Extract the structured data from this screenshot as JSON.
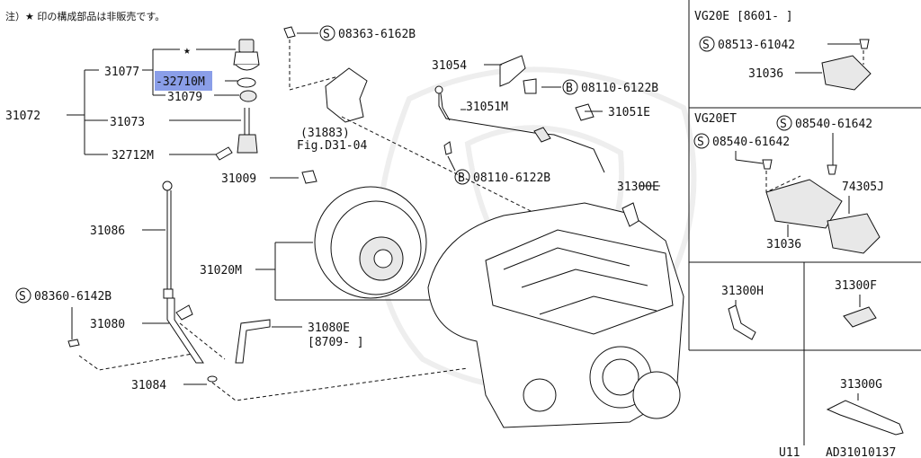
{
  "note": "注）★ 印の構成部品は非販売です。",
  "labels": {
    "p31077": "31077",
    "p32710m": "32710M",
    "p31079": "31079",
    "p31072": "31072",
    "p31073": "31073",
    "p32712m": "32712M",
    "p31086": "31086",
    "p08360": "08360-6142B",
    "p31080": "31080",
    "p31084": "31084",
    "p08363": "08363-6162B",
    "p31883a": "(31883)",
    "p31883b": "Fig.D31-04",
    "p31009": "31009",
    "p31020m": "31020M",
    "p31080e": "31080E",
    "p31080e_date": "[8709-      ]",
    "p31054": "31054",
    "p08110a": "08110-6122B",
    "p31051m": "31051M",
    "p31051e": "31051E",
    "p08110b": "08110-6122B",
    "p31300e": "31300E"
  },
  "panels": {
    "vg20e_title": "VG20E [8601-     ]",
    "vg20e_bolt": "08513-61042",
    "vg20e_part": "31036",
    "vg20et_title": "VG20ET",
    "vg20et_bolt1": "08540-61642",
    "vg20et_bolt2": "08540-61642",
    "vg20et_part1": "31036",
    "vg20et_part2": "74305J",
    "p31300h": "31300H",
    "p31300f": "31300F",
    "p31300g": "31300G"
  },
  "footer": {
    "code1": "U11",
    "code2": "AD31010137"
  },
  "symbols": {
    "star": "★",
    "s_mark": "S",
    "b_mark": "B"
  },
  "colors": {
    "highlight": "#8a9ee8",
    "ink": "#111111"
  }
}
